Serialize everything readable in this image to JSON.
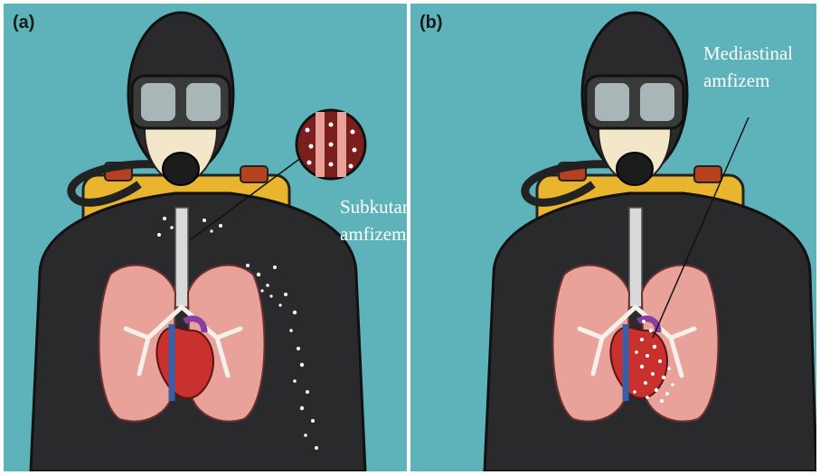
{
  "figure": {
    "background_color": "#5db3b9",
    "panels": [
      {
        "id": "a",
        "label": "(a)",
        "callout_lines": [
          "Subkutan",
          "amfizem"
        ]
      },
      {
        "id": "b",
        "label": "(b)",
        "callout_lines": [
          "Mediastinal",
          "amfizem"
        ]
      }
    ],
    "colors": {
      "wetsuit": "#2a2a2c",
      "tank": "#e9b52e",
      "lung": "#e9a29a",
      "heart": "#c8312e",
      "bubbles": "#ffffff",
      "label_text": "#ffffff"
    }
  }
}
